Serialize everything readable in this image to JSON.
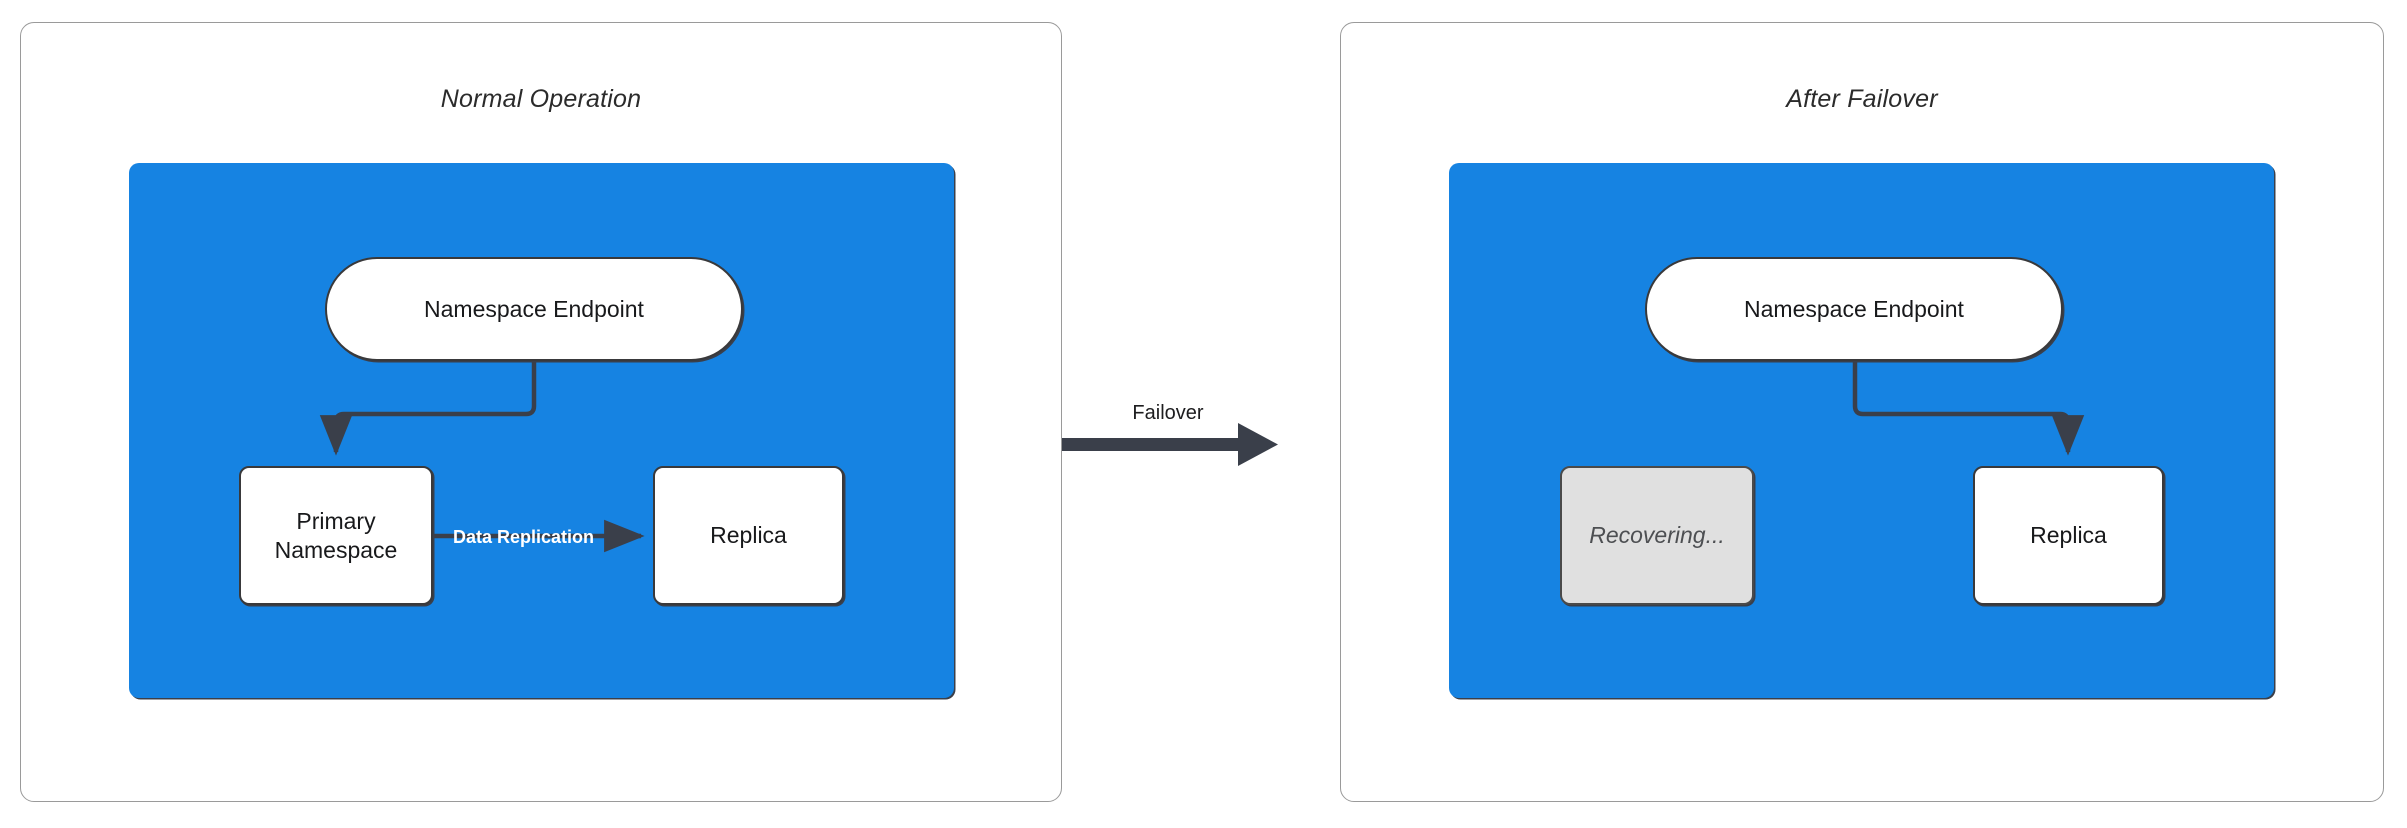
{
  "diagram": {
    "type": "failover-architecture-comparison",
    "background": "#ffffff",
    "accent_blue": "#1683e2",
    "line_color": "#3a3f4a",
    "ghost_fill": "#e0e0e0"
  },
  "panels": [
    {
      "id": "normal",
      "title": "Normal Operation",
      "nodes": [
        {
          "id": "endpoint",
          "label": "Namespace Endpoint",
          "shape": "stadium",
          "state": "active"
        },
        {
          "id": "primary",
          "label": "Primary\nNamespace",
          "line1": "Primary",
          "line2": "Namespace",
          "shape": "rect",
          "state": "active"
        },
        {
          "id": "replica",
          "label": "Replica",
          "shape": "rect",
          "state": "active"
        }
      ],
      "edges": [
        {
          "from": "endpoint",
          "to": "primary",
          "label": ""
        },
        {
          "from": "primary",
          "to": "replica",
          "label": "Data Replication"
        }
      ]
    },
    {
      "id": "failover",
      "title": "After Failover",
      "nodes": [
        {
          "id": "endpoint",
          "label": "Namespace Endpoint",
          "shape": "stadium",
          "state": "active"
        },
        {
          "id": "recovering",
          "label": "Recovering...",
          "shape": "rect",
          "state": "disabled"
        },
        {
          "id": "replica",
          "label": "Replica",
          "shape": "rect",
          "state": "active"
        }
      ],
      "edges": [
        {
          "from": "endpoint",
          "to": "replica",
          "label": ""
        }
      ]
    }
  ],
  "transition": {
    "label": "Failover",
    "direction": "left-to-right"
  }
}
